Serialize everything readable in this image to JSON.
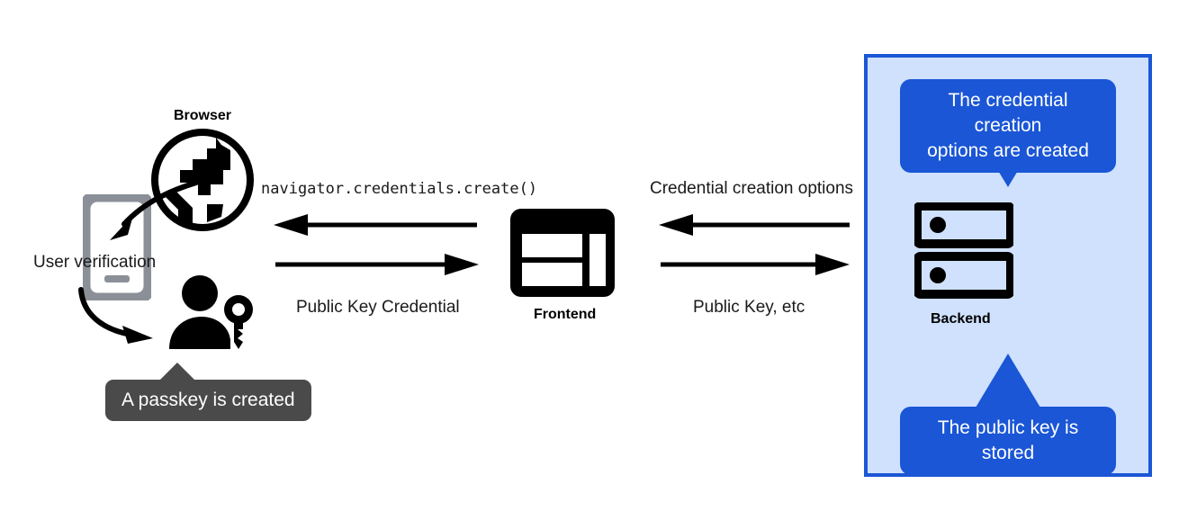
{
  "diagram": {
    "title": "WebAuthn passkey registration flow",
    "colors": {
      "panel_fill": "#cfe1fd",
      "panel_border": "#1a56d6",
      "callout_blue": "#1a56d6",
      "tooltip_dark": "#4a4a4a",
      "icon_black": "#000000",
      "icon_gray": "#8b9098",
      "text": "#1a1a1a"
    },
    "nodes": {
      "browser_label": "Browser",
      "frontend_label": "Frontend",
      "backend_label": "Backend",
      "user_verification_label": "User verification"
    },
    "messages": {
      "browser_to_frontend_top": "navigator.credentials.create()",
      "browser_to_frontend_bottom": "Public Key Credential",
      "frontend_to_backend_top": "Credential creation options",
      "frontend_to_backend_bottom": "Public Key, etc"
    },
    "callouts": {
      "passkey_created": "A passkey is created",
      "credential_options_created_line1": "The credential creation",
      "credential_options_created_line2": "options are created",
      "public_key_stored_line1": "The public key is",
      "public_key_stored_line2": "stored"
    },
    "icons": {
      "browser": "globe-icon",
      "frontend": "layout-window-icon",
      "backend": "server-rack-icon",
      "phone": "smartphone-icon",
      "user": "person-with-key-icon"
    }
  }
}
